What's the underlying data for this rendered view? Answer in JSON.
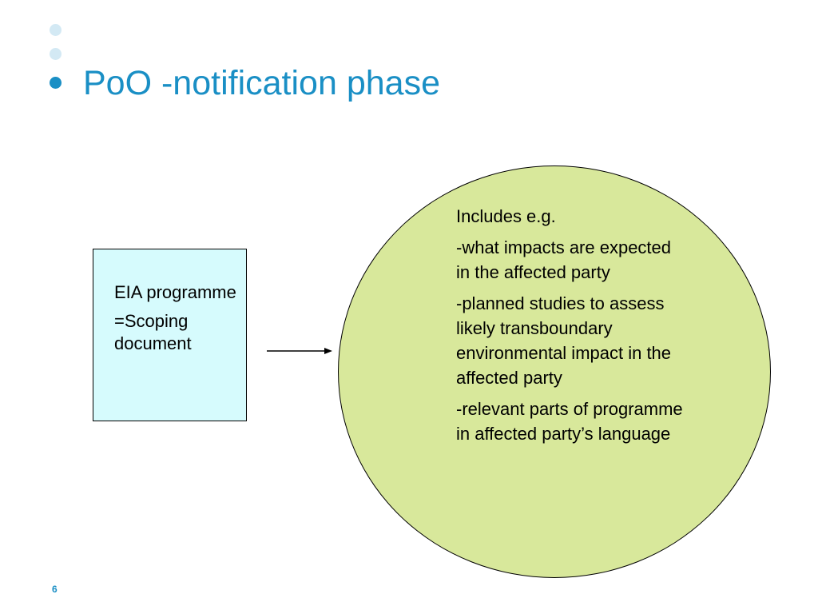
{
  "slide": {
    "title": "PoO -notification phase",
    "page_number": "6",
    "colors": {
      "accent": "#1a8fc5",
      "dot_light": "#d3e9f4",
      "box_fill": "#d6fbfd",
      "circle_fill": "#d8e89b"
    },
    "eia_box": {
      "line1": "EIA programme",
      "line2": "=Scoping document"
    },
    "circle": {
      "intro": "Includes e.g.",
      "items": [
        "-what impacts are expected in the affected party",
        "-planned studies to assess likely transboundary environmental impact in the affected party",
        "-relevant parts of programme in affected party’s language"
      ]
    }
  }
}
